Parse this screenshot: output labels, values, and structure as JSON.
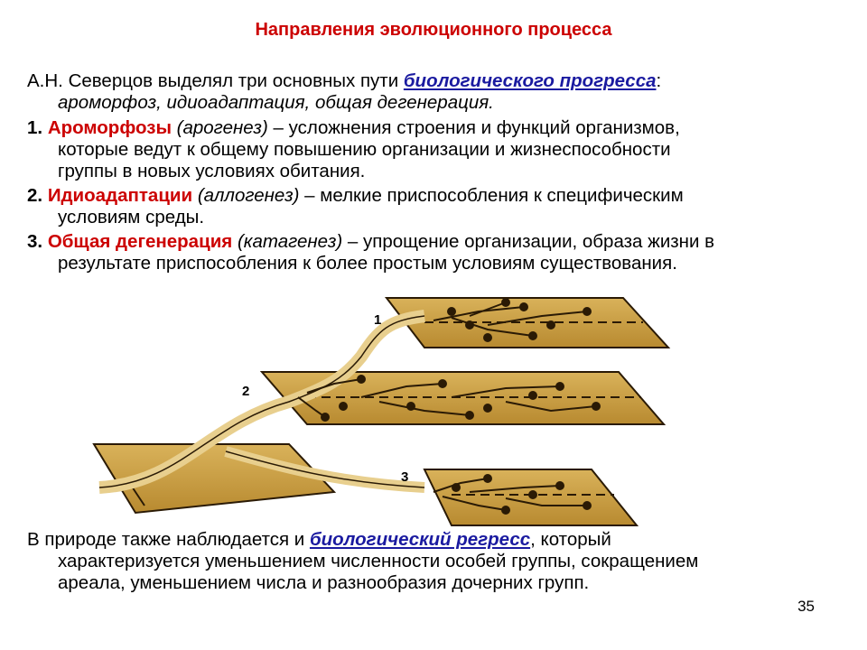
{
  "title": "Направления эволюционного процесса",
  "intro": {
    "prefix": "А.Н. Северцов выделял три основных пути ",
    "link": "биологического прогресса",
    "suffix": ":",
    "line2": "ароморфоз, идиоадаптация, общая дегенерация."
  },
  "items": [
    {
      "num": "1.",
      "term": "Ароморфозы",
      "alt": "(арогенез)",
      "text1": " – усложнения строения и функций организмов,",
      "text2": "которые ведут к общему повышению организации и жизнеспособности",
      "text3": "группы в новых условиях обитания."
    },
    {
      "num": "2.",
      "term": "Идиоадаптации",
      "alt": "(аллогенез)",
      "text1": " – мелкие приспособления к специфическим",
      "text2": "условиям среды."
    },
    {
      "num": "3.",
      "term": "Общая дегенерация",
      "alt": "(катагенез)",
      "text1": " – упрощение организации, образа жизни в",
      "text2": "результате приспособления к более простым условиям существования."
    }
  ],
  "diagram_labels": [
    "1",
    "2",
    "3"
  ],
  "bottom": {
    "line1_start": "В природе также наблюдается и ",
    "line1_link": "биологический регресс",
    "line1_end": ", который",
    "line2": "характеризуется уменьшением численности особей группы, сокращением",
    "line3": "ареала, уменьшением числа и разнообразия дочерних групп."
  },
  "slide_number": "35",
  "colors": {
    "title": "#cc0000",
    "link": "#1a1aa0",
    "plane": "#c8a042"
  }
}
